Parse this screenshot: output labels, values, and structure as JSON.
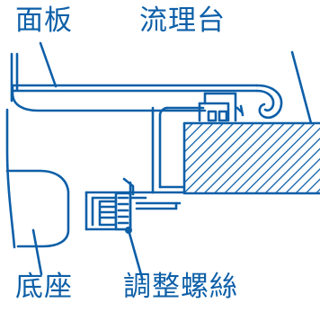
{
  "labels": {
    "panel": "面板",
    "sink": "流理台",
    "base": "底座",
    "screw": "調整螺絲"
  },
  "colors": {
    "ink": "#0d5fa8",
    "background": "#ffffff"
  }
}
